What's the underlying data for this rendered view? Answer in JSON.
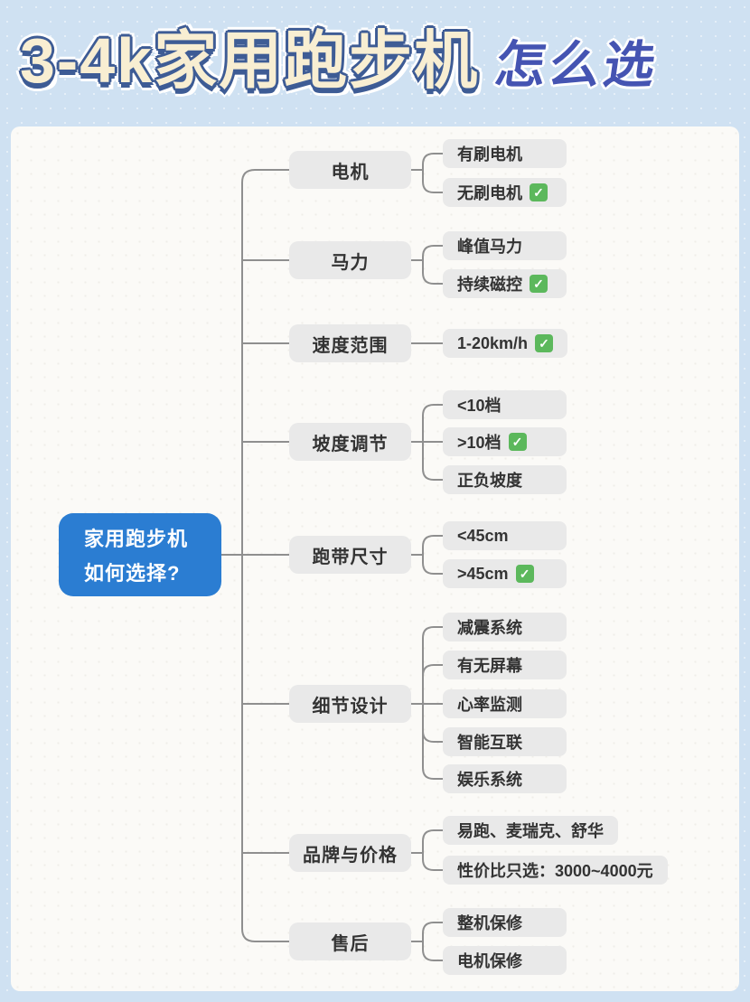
{
  "title": {
    "main": "3-4k家用跑步机",
    "suffix": "怎么选"
  },
  "root": {
    "line1": "家用跑步机",
    "line2": "如何选择?"
  },
  "branches": [
    {
      "label": "电机",
      "children": [
        {
          "label": "有刷电机",
          "checked": false
        },
        {
          "label": "无刷电机",
          "checked": true
        }
      ]
    },
    {
      "label": "马力",
      "children": [
        {
          "label": "峰值马力",
          "checked": false
        },
        {
          "label": "持续磁控",
          "checked": true
        }
      ]
    },
    {
      "label": "速度范围",
      "children": [
        {
          "label": "1-20km/h",
          "checked": true
        }
      ]
    },
    {
      "label": "坡度调节",
      "children": [
        {
          "label": "<10档",
          "checked": false
        },
        {
          "label": ">10档",
          "checked": true
        },
        {
          "label": "正负坡度",
          "checked": false
        }
      ]
    },
    {
      "label": "跑带尺寸",
      "children": [
        {
          "label": "<45cm",
          "checked": false
        },
        {
          "label": ">45cm",
          "checked": true
        }
      ]
    },
    {
      "label": "细节设计",
      "children": [
        {
          "label": "减震系统",
          "checked": false
        },
        {
          "label": "有无屏幕",
          "checked": false
        },
        {
          "label": "心率监测",
          "checked": false
        },
        {
          "label": "智能互联",
          "checked": false
        },
        {
          "label": "娱乐系统",
          "checked": false
        }
      ]
    },
    {
      "label": "品牌与价格",
      "children": [
        {
          "label": "易跑、麦瑞克、舒华",
          "checked": false
        },
        {
          "label": "性价比只选：3000~4000元",
          "checked": false
        }
      ]
    },
    {
      "label": "售后",
      "children": [
        {
          "label": "整机保修",
          "checked": false
        },
        {
          "label": "电机保修",
          "checked": false
        }
      ]
    }
  ],
  "icons": {
    "check_glyph": "✓"
  },
  "colors": {
    "page_bg": "#cfe1f2",
    "card_bg": "#fbfaf7",
    "root_bg": "#2b7dd2",
    "root_text": "#ffffff",
    "node_bg": "#e9e9e9",
    "text_dark": "#333333",
    "connector": "#8f8f8f",
    "check_green": "#5cb85c",
    "title_fill": "#f8eed2",
    "title_outline": "#3e5c95",
    "title_suffix": "#4554b2"
  }
}
